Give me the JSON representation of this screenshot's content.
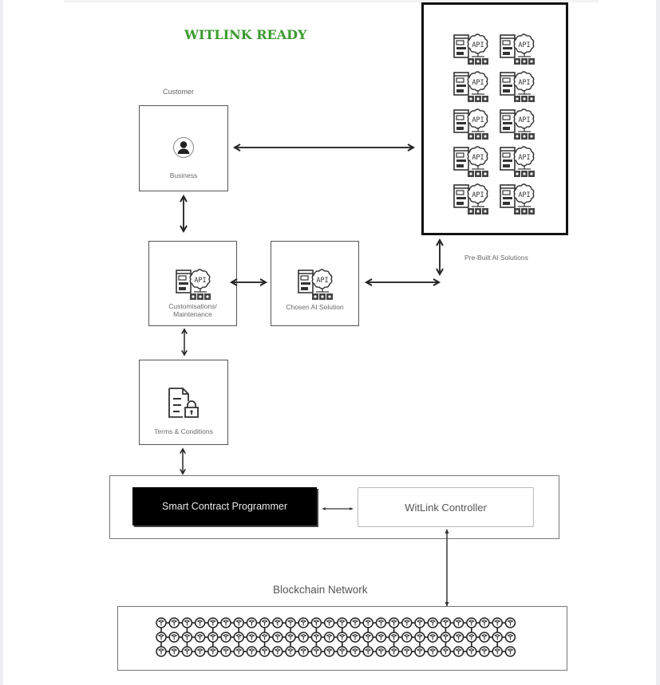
{
  "title": "WITLINK READY",
  "colors": {
    "title": "#3a9a2e",
    "box_border": "#555555",
    "api_border": "#111111",
    "programmer_bg": "#000000"
  },
  "customer": {
    "label": "Customer",
    "node": {
      "caption": "Business",
      "icon": "person-circle-icon"
    }
  },
  "pre_built": {
    "label": "Pre-Built AI Solutions",
    "icon": "api-icon",
    "icon_text": "API",
    "icon_count": 10
  },
  "customisation": {
    "caption_line1": "Customisations/",
    "caption_line2": "Maintenance",
    "icon": "api-icon",
    "icon_text": "API"
  },
  "chosen": {
    "caption": "Chosen AI Solution",
    "icon": "api-icon",
    "icon_text": "API"
  },
  "terms": {
    "caption": "Terms & Conditions",
    "icon": "document-lock-icon"
  },
  "contract": {
    "programmer_label": "Smart Contract Programmer",
    "controller_label": "WitLink Controller"
  },
  "blockchain": {
    "title": "Blockchain Network",
    "rows": 3,
    "columns": 28,
    "icon": "blockchain-node-icon"
  }
}
